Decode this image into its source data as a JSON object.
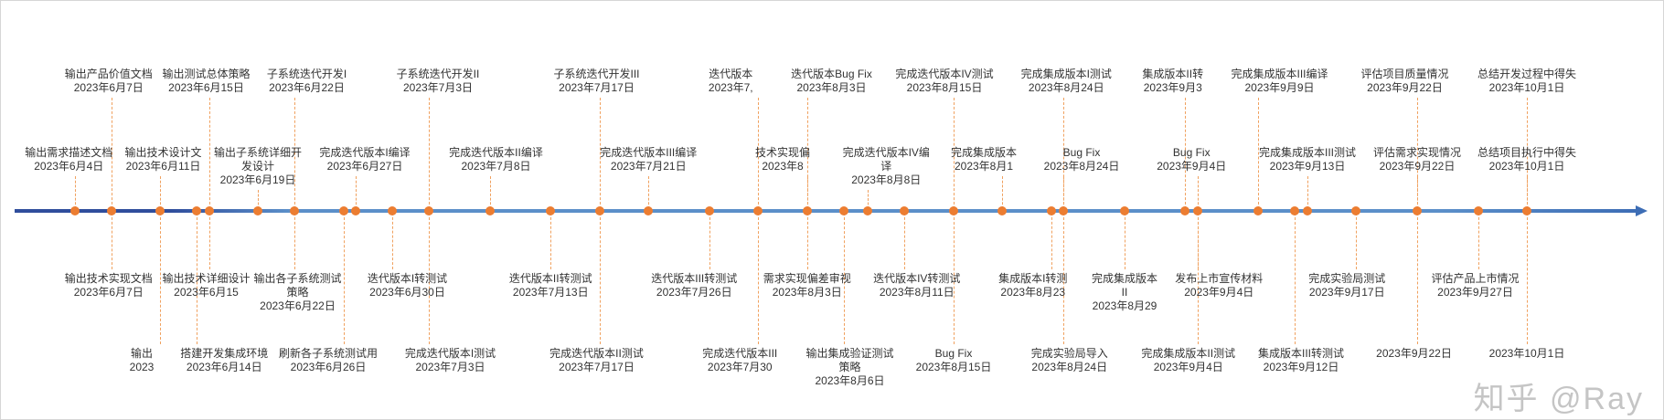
{
  "timeline": {
    "axis_start": "2023-06-04",
    "axis_end": "2023-10-01",
    "colors": {
      "axis": "#5b8fc9",
      "axis_dark": "#2f4d9c",
      "marker": "#ec7d31",
      "connector": "#f0a15f"
    },
    "events": [
      {
        "row": "top1",
        "label": "输出产品价值文档",
        "date": "2023年6月7日",
        "date_value": "2023-06-07"
      },
      {
        "row": "top1",
        "label": "输出测试总体策略",
        "date": "2023年6月15日",
        "date_value": "2023-06-15"
      },
      {
        "row": "top1",
        "label": "子系统迭代开发I",
        "date": "2023年6月22日",
        "date_value": "2023-06-22"
      },
      {
        "row": "top1",
        "label": "子系统迭代开发II",
        "date": "2023年7月3日",
        "date_value": "2023-07-03"
      },
      {
        "row": "top1",
        "label": "子系统迭代开发III",
        "date": "2023年7月17日",
        "date_value": "2023-07-17"
      },
      {
        "row": "top1",
        "label": "迭代版本",
        "date": "2023年7,",
        "date_value": "2023-07-30"
      },
      {
        "row": "top1",
        "label": "迭代版本Bug Fix",
        "date": "2023年8月3日",
        "date_value": "2023-08-03"
      },
      {
        "row": "top1",
        "label": "完成迭代版本IV测试",
        "date": "2023年8月15日",
        "date_value": "2023-08-15"
      },
      {
        "row": "top1",
        "label": "完成集成版本I测试",
        "date": "2023年8月24日",
        "date_value": "2023-08-24"
      },
      {
        "row": "top1",
        "label": "集成版本II转",
        "date": "2023年9月3",
        "date_value": "2023-09-03"
      },
      {
        "row": "top1",
        "label": "完成集成版本III编译",
        "date": "2023年9月9日",
        "date_value": "2023-09-09"
      },
      {
        "row": "top1",
        "label": "评估项目质量情况",
        "date": "2023年9月22日",
        "date_value": "2023-09-22"
      },
      {
        "row": "top1",
        "label": "总结开发过程中得失",
        "date": "2023年10月1日",
        "date_value": "2023-10-01"
      },
      {
        "row": "top2",
        "label": "输出需求描述文档",
        "date": "2023年6月4日",
        "date_value": "2023-06-04"
      },
      {
        "row": "top2",
        "label": "输出技术设计文",
        "date": "2023年6月11日",
        "date_value": "2023-06-11"
      },
      {
        "row": "top2",
        "label": "输出子系统详细开发设计",
        "date": "2023年6月19日",
        "date_value": "2023-06-19"
      },
      {
        "row": "top2",
        "label": "完成迭代版本I编译",
        "date": "2023年6月27日",
        "date_value": "2023-06-27"
      },
      {
        "row": "top2",
        "label": "完成迭代版本II编译",
        "date": "2023年7月8日",
        "date_value": "2023-07-08"
      },
      {
        "row": "top2",
        "label": "完成迭代版本III编译",
        "date": "2023年7月21日",
        "date_value": "2023-07-21"
      },
      {
        "row": "top2",
        "label": "技术实现偏",
        "date": "2023年8",
        "date_value": "2023-08-03"
      },
      {
        "row": "top2",
        "label": "完成迭代版本IV编译",
        "date": "2023年8月8日",
        "date_value": "2023-08-08"
      },
      {
        "row": "top2",
        "label": "完成集成版本",
        "date": "2023年8月1",
        "date_value": "2023-08-19"
      },
      {
        "row": "top2",
        "label": "Bug Fix",
        "date": "2023年8月24日",
        "date_value": "2023-08-24"
      },
      {
        "row": "top2",
        "label": "Bug Fix",
        "date": "2023年9月4日",
        "date_value": "2023-09-04"
      },
      {
        "row": "top2",
        "label": "完成集成版本III测试",
        "date": "2023年9月13日",
        "date_value": "2023-09-13"
      },
      {
        "row": "top2",
        "label": "评估需求实现情况",
        "date": "2023年9月22日",
        "date_value": "2023-09-22"
      },
      {
        "row": "top2",
        "label": "总结项目执行中得失",
        "date": "2023年10月1日",
        "date_value": "2023-10-01"
      },
      {
        "row": "bot1",
        "label": "输出技术实现文档",
        "date": "2023年6月7日",
        "date_value": "2023-06-07"
      },
      {
        "row": "bot1",
        "label": "输出技术详细设计",
        "date": "2023年6月15",
        "date_value": "2023-06-15"
      },
      {
        "row": "bot1",
        "label": "输出各子系统测试策略",
        "date": "2023年6月22日",
        "date_value": "2023-06-22"
      },
      {
        "row": "bot1",
        "label": "迭代版本I转测试",
        "date": "2023年6月30日",
        "date_value": "2023-06-30"
      },
      {
        "row": "bot1",
        "label": "迭代版本II转测试",
        "date": "2023年7月13日",
        "date_value": "2023-07-13"
      },
      {
        "row": "bot1",
        "label": "迭代版本III转测试",
        "date": "2023年7月26日",
        "date_value": "2023-07-26"
      },
      {
        "row": "bot1",
        "label": "需求实现偏差审视",
        "date": "2023年8月3日",
        "date_value": "2023-08-03"
      },
      {
        "row": "bot1",
        "label": "迭代版本IV转测试",
        "date": "2023年8月11日",
        "date_value": "2023-08-11"
      },
      {
        "row": "bot1",
        "label": "集成版本I转测",
        "date": "2023年8月23",
        "date_value": "2023-08-23"
      },
      {
        "row": "bot1",
        "label": "完成集成版本II",
        "date": "2023年8月29",
        "date_value": "2023-08-29"
      },
      {
        "row": "bot1",
        "label": "发布上市宣传材料",
        "date": "2023年9月4日",
        "date_value": "2023-09-04"
      },
      {
        "row": "bot1",
        "label": "完成实验局测试",
        "date": "2023年9月17日",
        "date_value": "2023-09-17"
      },
      {
        "row": "bot1",
        "label": "评估产品上市情况",
        "date": "2023年9月27日",
        "date_value": "2023-09-27"
      },
      {
        "row": "bot2",
        "label": "输出",
        "date": "2023",
        "date_value": "2023-06-11"
      },
      {
        "row": "bot2",
        "label": "搭建开发集成环境",
        "date": "2023年6月14日",
        "date_value": "2023-06-14"
      },
      {
        "row": "bot2",
        "label": "刷新各子系统测试用",
        "date": "2023年6月26日",
        "date_value": "2023-06-26"
      },
      {
        "row": "bot2",
        "label": "完成迭代版本I测试",
        "date": "2023年7月3日",
        "date_value": "2023-07-03"
      },
      {
        "row": "bot2",
        "label": "完成迭代版本II测试",
        "date": "2023年7月17日",
        "date_value": "2023-07-17"
      },
      {
        "row": "bot2",
        "label": "完成迭代版本III",
        "date": "2023年7月30",
        "date_value": "2023-07-30"
      },
      {
        "row": "bot2",
        "label": "输出集成验证测试策略",
        "date": "2023年8月6日",
        "date_value": "2023-08-06"
      },
      {
        "row": "bot2",
        "label": "Bug Fix",
        "date": "2023年8月15日",
        "date_value": "2023-08-15"
      },
      {
        "row": "bot2",
        "label": "完成实验局导入",
        "date": "2023年8月24日",
        "date_value": "2023-08-24"
      },
      {
        "row": "bot2",
        "label": "完成集成版本II测试",
        "date": "2023年9月4日",
        "date_value": "2023-09-04"
      },
      {
        "row": "bot2",
        "label": "集成版本III转测试",
        "date": "2023年9月12日",
        "date_value": "2023-09-12"
      },
      {
        "row": "bot2",
        "label": "",
        "date": "2023年9月22日",
        "date_value": "2023-09-22"
      },
      {
        "row": "bot2",
        "label": "",
        "date": "2023年10月1日",
        "date_value": "2023-10-01"
      }
    ]
  },
  "watermark": "知乎 @Ray"
}
